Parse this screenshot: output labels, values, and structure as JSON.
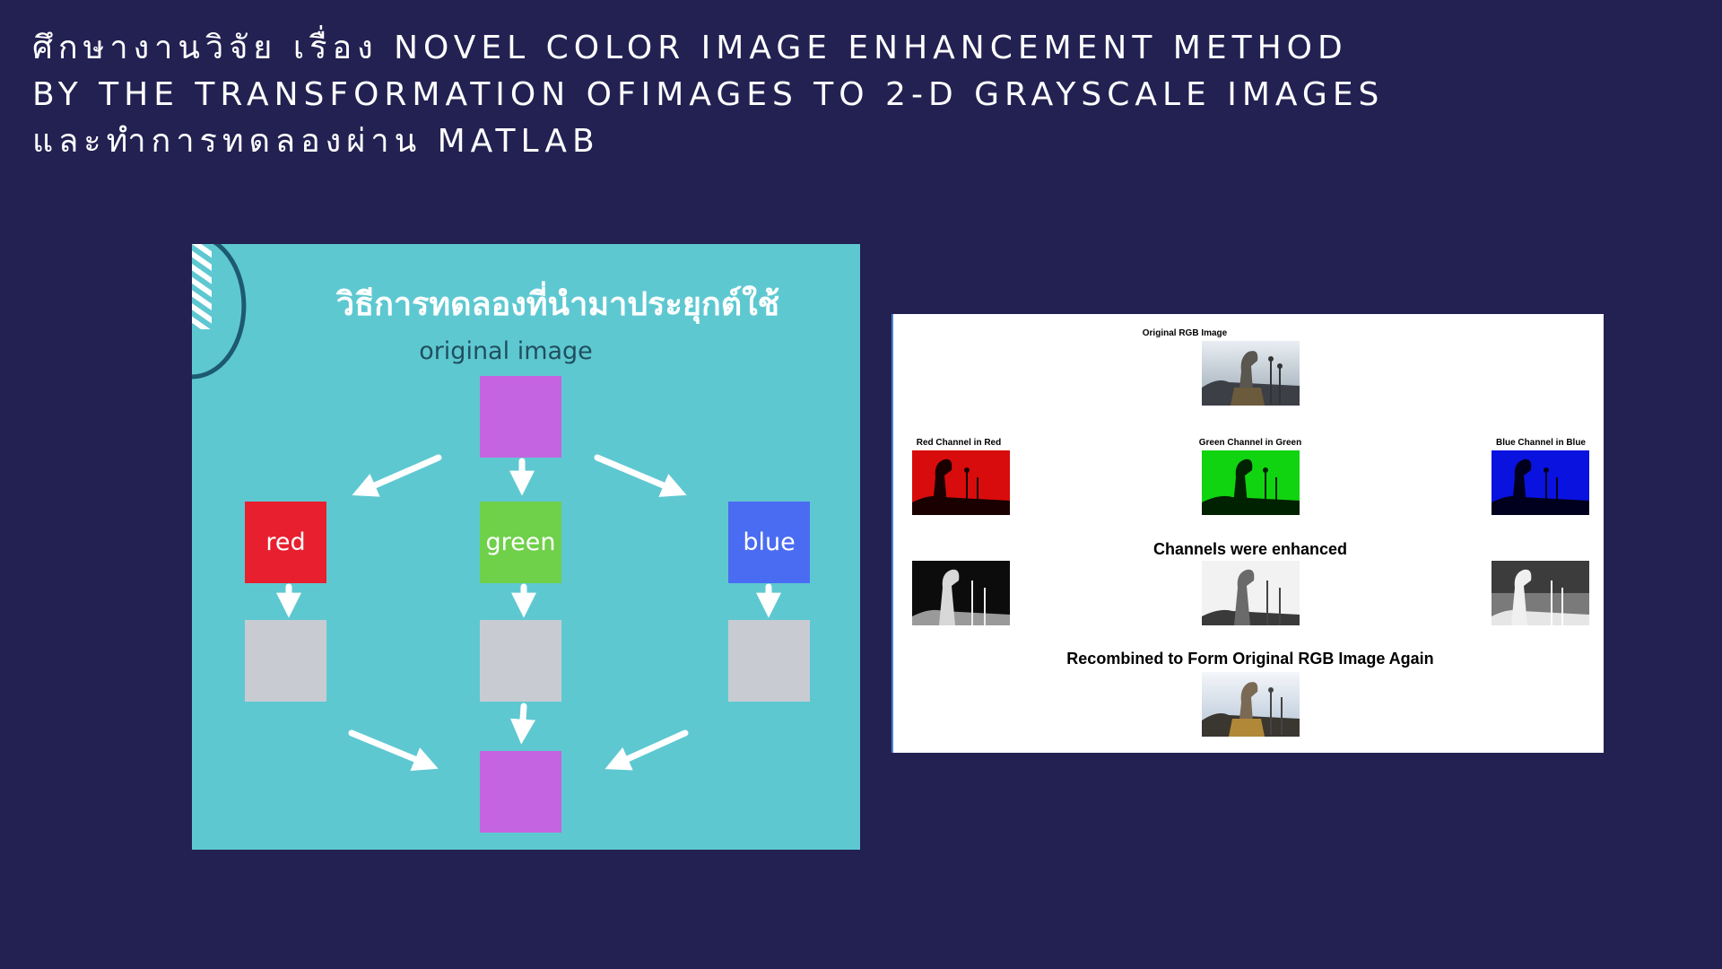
{
  "header": {
    "title_line1": "ศึกษางานวิจัย เรื่อง NOVEL COLOR IMAGE ENHANCEMENT METHOD",
    "title_line2": "BY THE TRANSFORMATION OFIMAGES TO 2-D GRAYSCALE IMAGES",
    "title_line3": "และทำการทดลองผ่าน MATLAB"
  },
  "diagram": {
    "title": "วิธีการทดลองที่นำมาประยุกต์ใช้",
    "original_label": "original image",
    "channels": [
      "red",
      "green",
      "blue"
    ],
    "colors": {
      "panel_bg": "#5ec8d1",
      "purple": "#c564e0",
      "red": "#e81f2f",
      "green": "#6fd04a",
      "blue": "#4a6cf2",
      "gray": "#c8ccd2"
    }
  },
  "results": {
    "original_caption": "Original RGB Image",
    "red_caption": "Red Channel in Red",
    "green_caption": "Green Channel in Green",
    "blue_caption": "Blue Channel in Blue",
    "enhanced_caption": "Channels were enhanced",
    "recombined_caption": "Recombined to Form Original RGB Image Again"
  },
  "colors": {
    "page_bg": "#232152",
    "title_text": "#ffffff"
  }
}
